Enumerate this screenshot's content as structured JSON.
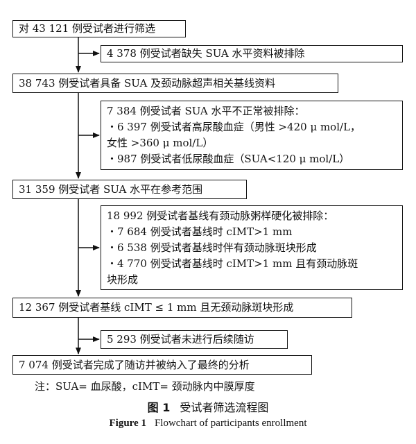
{
  "flow": {
    "step1": "对 43 121 例受试者进行筛选",
    "excl1": "4 378 例受试者缺失 SUA 水平资料被排除",
    "step2": "38 743 例受试者具备 SUA 及颈动脉超声相关基线资料",
    "excl2": [
      "7 384 例受试者 SUA 水平不正常被排除：",
      "・6 397 例受试者高尿酸血症（男性 >420 μ mol/L，",
      "女性 >360 μ mol/L）",
      "・987 例受试者低尿酸血症（SUA<120 μ mol/L）"
    ],
    "step3": "31 359 例受试者 SUA 水平在参考范围",
    "excl3": [
      "18 992 例受试者基线有颈动脉粥样硬化被排除：",
      "・7 684 例受试者基线时 cIMT>1 mm",
      "・6 538 例受试者基线时伴有颈动脉斑块形成",
      "・4 770 例受试者基线时 cIMT>1 mm 且有颈动脉斑",
      "块形成"
    ],
    "step4": "12 367 例受试者基线 cIMT ≤ 1 mm 且无颈动脉斑块形成",
    "excl4": "5 293 例受试者未进行后续随访",
    "step5": "7 074 例受试者完成了随访并被纳入了最终的分析"
  },
  "note": "注：SUA= 血尿酸，cIMT= 颈动脉内中膜厚度",
  "caption": {
    "cn_label": "图 1",
    "cn_title": "受试者筛选流程图",
    "en_label": "Figure 1",
    "en_title": "Flowchart of participants enrollment"
  }
}
